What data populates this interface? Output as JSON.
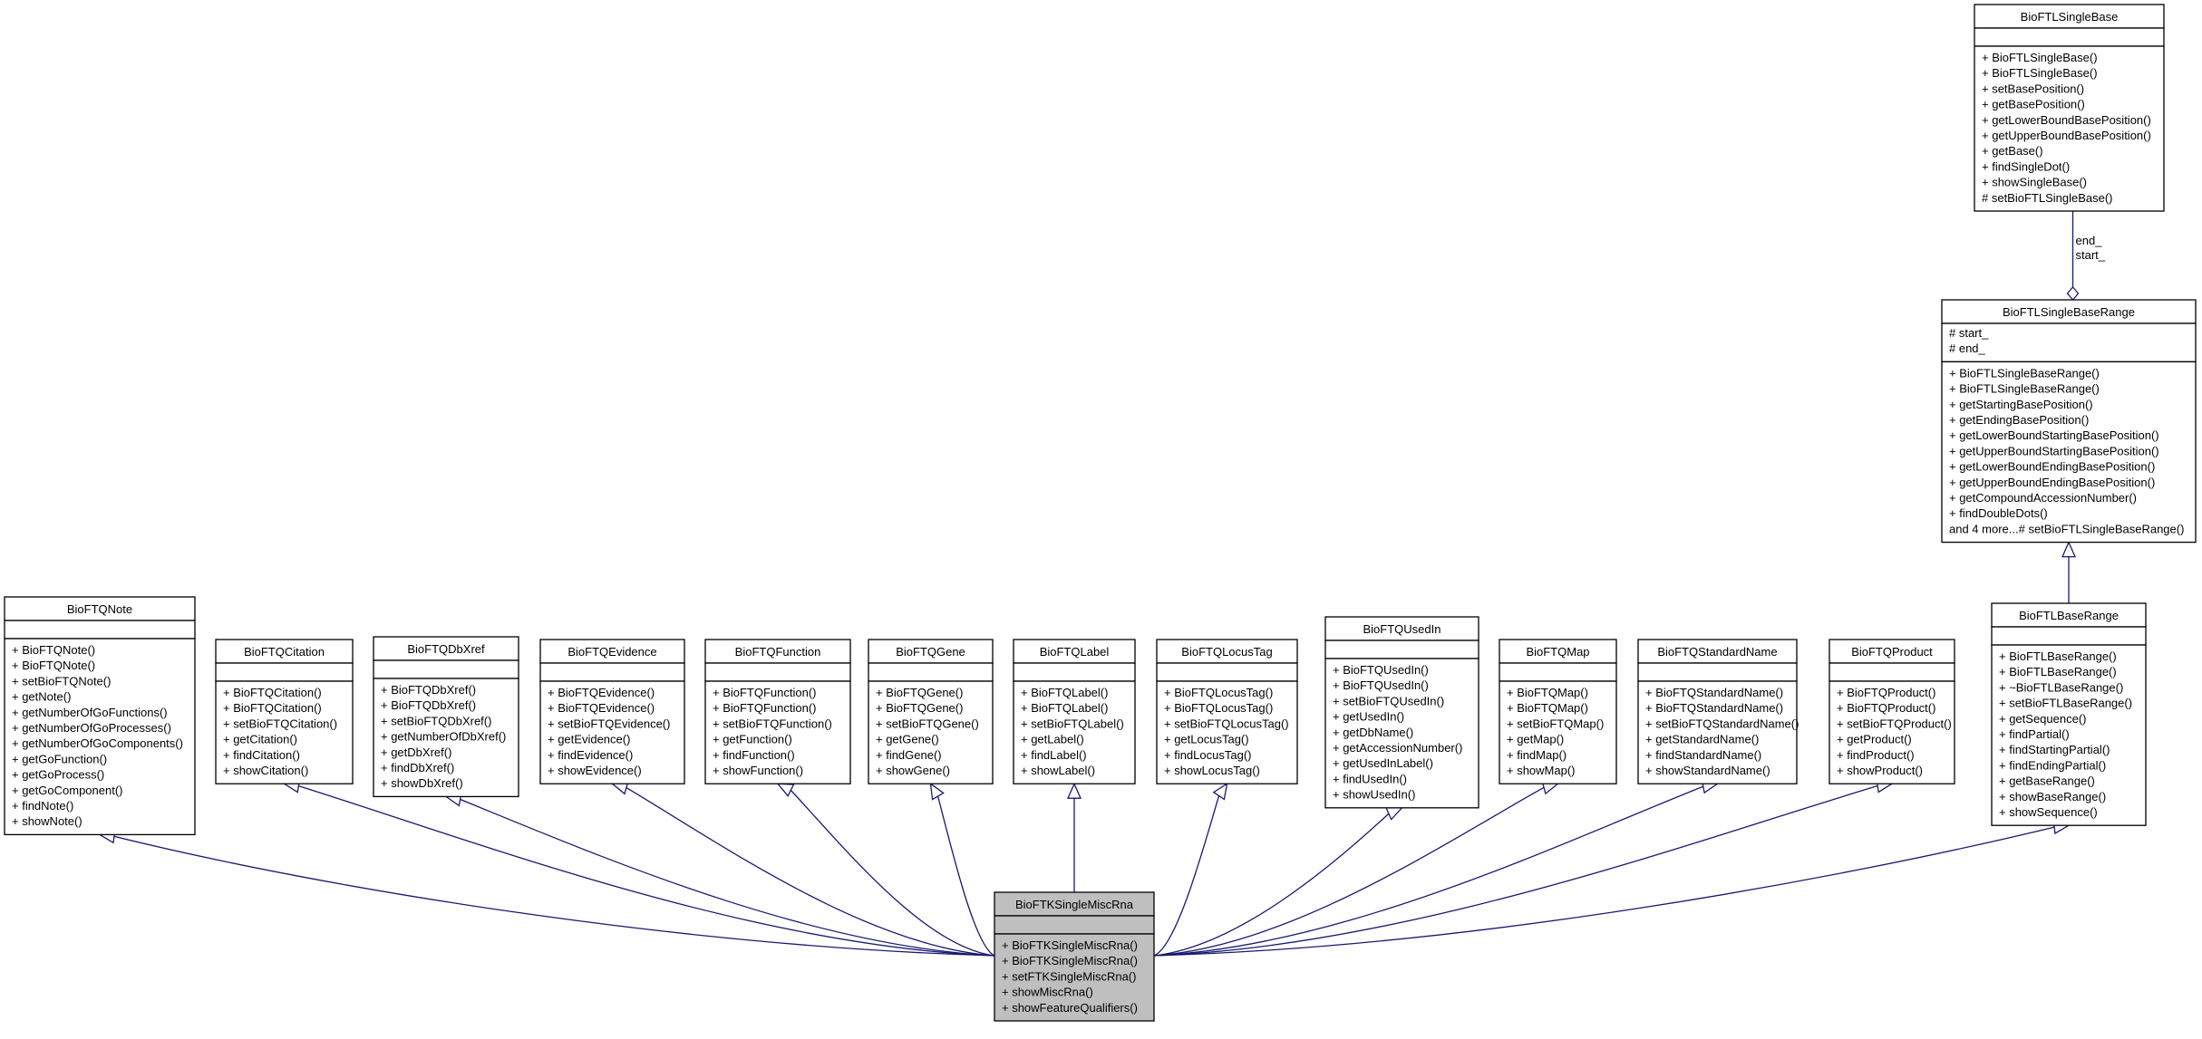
{
  "colors": {
    "edge": "#191970",
    "box_border": "#000000",
    "box_fill": "#ffffff",
    "focus_fill": "#bfbfbf",
    "text": "#000000"
  },
  "classes": [
    {
      "id": "BioFTQNote",
      "name": "BioFTQNote",
      "attributes": [],
      "methods": [
        "+ BioFTQNote()",
        "+ BioFTQNote()",
        "+ setBioFTQNote()",
        "+ getNote()",
        "+ getNumberOfGoFunctions()",
        "+ getNumberOfGoProcesses()",
        "+ getNumberOfGoComponents()",
        "+ getGoFunction()",
        "+ getGoProcess()",
        "+ getGoComponent()",
        "+ findNote()",
        "+ showNote()"
      ]
    },
    {
      "id": "BioFTQCitation",
      "name": "BioFTQCitation",
      "attributes": [],
      "methods": [
        "+ BioFTQCitation()",
        "+ BioFTQCitation()",
        "+ setBioFTQCitation()",
        "+ getCitation()",
        "+ findCitation()",
        "+ showCitation()"
      ]
    },
    {
      "id": "BioFTQDbXref",
      "name": "BioFTQDbXref",
      "attributes": [],
      "methods": [
        "+ BioFTQDbXref()",
        "+ BioFTQDbXref()",
        "+ setBioFTQDbXref()",
        "+ getNumberOfDbXref()",
        "+ getDbXref()",
        "+ findDbXref()",
        "+ showDbXref()"
      ]
    },
    {
      "id": "BioFTQEvidence",
      "name": "BioFTQEvidence",
      "attributes": [],
      "methods": [
        "+ BioFTQEvidence()",
        "+ BioFTQEvidence()",
        "+ setBioFTQEvidence()",
        "+ getEvidence()",
        "+ findEvidence()",
        "+ showEvidence()"
      ]
    },
    {
      "id": "BioFTQFunction",
      "name": "BioFTQFunction",
      "attributes": [],
      "methods": [
        "+ BioFTQFunction()",
        "+ BioFTQFunction()",
        "+ setBioFTQFunction()",
        "+ getFunction()",
        "+ findFunction()",
        "+ showFunction()"
      ]
    },
    {
      "id": "BioFTQGene",
      "name": "BioFTQGene",
      "attributes": [],
      "methods": [
        "+ BioFTQGene()",
        "+ BioFTQGene()",
        "+ setBioFTQGene()",
        "+ getGene()",
        "+ findGene()",
        "+ showGene()"
      ]
    },
    {
      "id": "BioFTQLabel",
      "name": "BioFTQLabel",
      "attributes": [],
      "methods": [
        "+ BioFTQLabel()",
        "+ BioFTQLabel()",
        "+ setBioFTQLabel()",
        "+ getLabel()",
        "+ findLabel()",
        "+ showLabel()"
      ]
    },
    {
      "id": "BioFTQLocusTag",
      "name": "BioFTQLocusTag",
      "attributes": [],
      "methods": [
        "+ BioFTQLocusTag()",
        "+ BioFTQLocusTag()",
        "+ setBioFTQLocusTag()",
        "+ getLocusTag()",
        "+ findLocusTag()",
        "+ showLocusTag()"
      ]
    },
    {
      "id": "BioFTQUsedIn",
      "name": "BioFTQUsedIn",
      "attributes": [],
      "methods": [
        "+ BioFTQUsedIn()",
        "+ BioFTQUsedIn()",
        "+ setBioFTQUsedIn()",
        "+ getUsedIn()",
        "+ getDbName()",
        "+ getAccessionNumber()",
        "+ getUsedInLabel()",
        "+ findUsedIn()",
        "+ showUsedIn()"
      ]
    },
    {
      "id": "BioFTQMap",
      "name": "BioFTQMap",
      "attributes": [],
      "methods": [
        "+ BioFTQMap()",
        "+ BioFTQMap()",
        "+ setBioFTQMap()",
        "+ getMap()",
        "+ findMap()",
        "+ showMap()"
      ]
    },
    {
      "id": "BioFTQStandardName",
      "name": "BioFTQStandardName",
      "attributes": [],
      "methods": [
        "+ BioFTQStandardName()",
        "+ BioFTQStandardName()",
        "+ setBioFTQStandardName()",
        "+ getStandardName()",
        "+ findStandardName()",
        "+ showStandardName()"
      ]
    },
    {
      "id": "BioFTQProduct",
      "name": "BioFTQProduct",
      "attributes": [],
      "methods": [
        "+ BioFTQProduct()",
        "+ BioFTQProduct()",
        "+ setBioFTQProduct()",
        "+ getProduct()",
        "+ findProduct()",
        "+ showProduct()"
      ]
    },
    {
      "id": "BioFTLBaseRange",
      "name": "BioFTLBaseRange",
      "attributes": [],
      "methods": [
        "+ BioFTLBaseRange()",
        "+ BioFTLBaseRange()",
        "+ ~BioFTLBaseRange()",
        "+ setBioFTLBaseRange()",
        "+ getSequence()",
        "+ findPartial()",
        "+ findStartingPartial()",
        "+ findEndingPartial()",
        "+ getBaseRange()",
        "+ showBaseRange()",
        "+ showSequence()"
      ]
    },
    {
      "id": "BioFTLSingleBaseRange",
      "name": "BioFTLSingleBaseRange",
      "attributes": [
        "# start_",
        "# end_"
      ],
      "methods": [
        "+ BioFTLSingleBaseRange()",
        "+ BioFTLSingleBaseRange()",
        "+ getStartingBasePosition()",
        "+ getEndingBasePosition()",
        "+ getLowerBoundStartingBasePosition()",
        "+ getUpperBoundStartingBasePosition()",
        "+ getLowerBoundEndingBasePosition()",
        "+ getUpperBoundEndingBasePosition()",
        "+ getCompoundAccessionNumber()",
        "+ findDoubleDots()",
        "and 4 more...# setBioFTLSingleBaseRange()"
      ]
    },
    {
      "id": "BioFTLSingleBase",
      "name": "BioFTLSingleBase",
      "attributes": [],
      "methods": [
        "+ BioFTLSingleBase()",
        "+ BioFTLSingleBase()",
        "+ setBasePosition()",
        "+ getBasePosition()",
        "+ getLowerBoundBasePosition()",
        "+ getUpperBoundBasePosition()",
        "+ getBase()",
        "+ findSingleDot()",
        "+ showSingleBase()",
        "# setBioFTLSingleBase()"
      ]
    },
    {
      "id": "BioFTKSingleMiscRna",
      "name": "BioFTKSingleMiscRna",
      "highlighted": true,
      "attributes": [],
      "methods": [
        "+ BioFTKSingleMiscRna()",
        "+ BioFTKSingleMiscRna()",
        "+ setFTKSingleMiscRna()",
        "+ showMiscRna()",
        "+ showFeatureQualifiers()"
      ]
    }
  ],
  "relations": [
    {
      "type": "inheritance",
      "child": "BioFTKSingleMiscRna",
      "parent": "BioFTQNote"
    },
    {
      "type": "inheritance",
      "child": "BioFTKSingleMiscRna",
      "parent": "BioFTQCitation"
    },
    {
      "type": "inheritance",
      "child": "BioFTKSingleMiscRna",
      "parent": "BioFTQDbXref"
    },
    {
      "type": "inheritance",
      "child": "BioFTKSingleMiscRna",
      "parent": "BioFTQEvidence"
    },
    {
      "type": "inheritance",
      "child": "BioFTKSingleMiscRna",
      "parent": "BioFTQFunction"
    },
    {
      "type": "inheritance",
      "child": "BioFTKSingleMiscRna",
      "parent": "BioFTQGene"
    },
    {
      "type": "inheritance",
      "child": "BioFTKSingleMiscRna",
      "parent": "BioFTQLabel"
    },
    {
      "type": "inheritance",
      "child": "BioFTKSingleMiscRna",
      "parent": "BioFTQLocusTag"
    },
    {
      "type": "inheritance",
      "child": "BioFTKSingleMiscRna",
      "parent": "BioFTQUsedIn"
    },
    {
      "type": "inheritance",
      "child": "BioFTKSingleMiscRna",
      "parent": "BioFTQMap"
    },
    {
      "type": "inheritance",
      "child": "BioFTKSingleMiscRna",
      "parent": "BioFTQStandardName"
    },
    {
      "type": "inheritance",
      "child": "BioFTKSingleMiscRna",
      "parent": "BioFTQProduct"
    },
    {
      "type": "inheritance",
      "child": "BioFTKSingleMiscRna",
      "parent": "BioFTLBaseRange"
    },
    {
      "type": "inheritance",
      "child": "BioFTLBaseRange",
      "parent": "BioFTLSingleBaseRange"
    },
    {
      "type": "aggregation",
      "whole": "BioFTLSingleBaseRange",
      "part": "BioFTLSingleBase",
      "labels": [
        "end_",
        "start_"
      ]
    }
  ]
}
